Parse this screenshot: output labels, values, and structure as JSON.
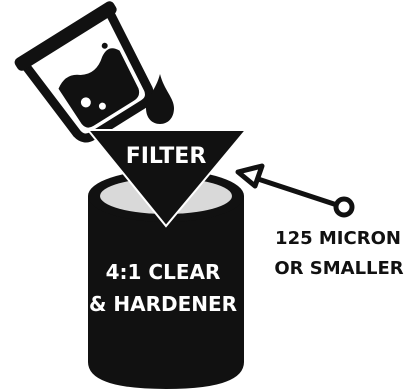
{
  "diagram": {
    "filter_label": "FILTER",
    "can_label_line1": "4:1 CLEAR",
    "can_label_line2": "& HARDENER",
    "callout_line1": "125 MICRON",
    "callout_line2": "OR SMALLER"
  },
  "colors": {
    "ink": "#111111",
    "can_opening": "#d9d9d9",
    "label_text": "#ffffff",
    "background": "#ffffff"
  },
  "icons": {
    "cup": "tilted-beaker-icon",
    "drop": "paint-drop-icon",
    "filter": "funnel-filter-icon",
    "can": "paint-can-icon",
    "arrow": "callout-arrow-icon"
  }
}
